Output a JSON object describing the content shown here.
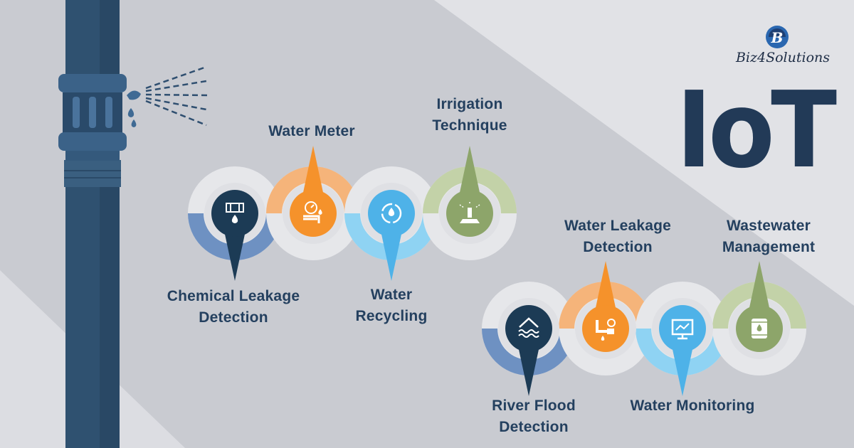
{
  "brand": {
    "name": "Biz4Solutions",
    "logo_letter": "B"
  },
  "headline": "IoT",
  "colors": {
    "navy": "#1c3b55",
    "orange": "#f5922b",
    "sky_blue": "#4eb2e8",
    "sage_green": "#8da56a",
    "steel_blue": "#6e91c2",
    "pipe": "#2f5170",
    "background": "#d2d4d9"
  },
  "top_group": [
    {
      "icon": "chemical-leak-icon",
      "label_lines": [
        "Chemical Leakage",
        "Detection"
      ],
      "color": "navy"
    },
    {
      "icon": "water-meter-icon",
      "label_lines": [
        "Water Meter"
      ],
      "color": "orange"
    },
    {
      "icon": "water-recycle-icon",
      "label_lines": [
        "Water",
        "Recycling"
      ],
      "color": "sky_blue"
    },
    {
      "icon": "sprinkler-icon",
      "label_lines": [
        "Irrigation",
        "Technique"
      ],
      "color": "sage_green"
    }
  ],
  "bottom_group": [
    {
      "icon": "flood-house-icon",
      "label_lines": [
        "River Flood",
        "Detection"
      ],
      "color": "navy"
    },
    {
      "icon": "leaking-pipe-icon",
      "label_lines": [
        "Water Leakage",
        "Detection"
      ],
      "color": "orange"
    },
    {
      "icon": "monitor-chart-icon",
      "label_lines": [
        "Water Monitoring"
      ],
      "color": "sky_blue"
    },
    {
      "icon": "barrel-drop-icon",
      "label_lines": [
        "Wastewater",
        "Management"
      ],
      "color": "sage_green"
    }
  ]
}
